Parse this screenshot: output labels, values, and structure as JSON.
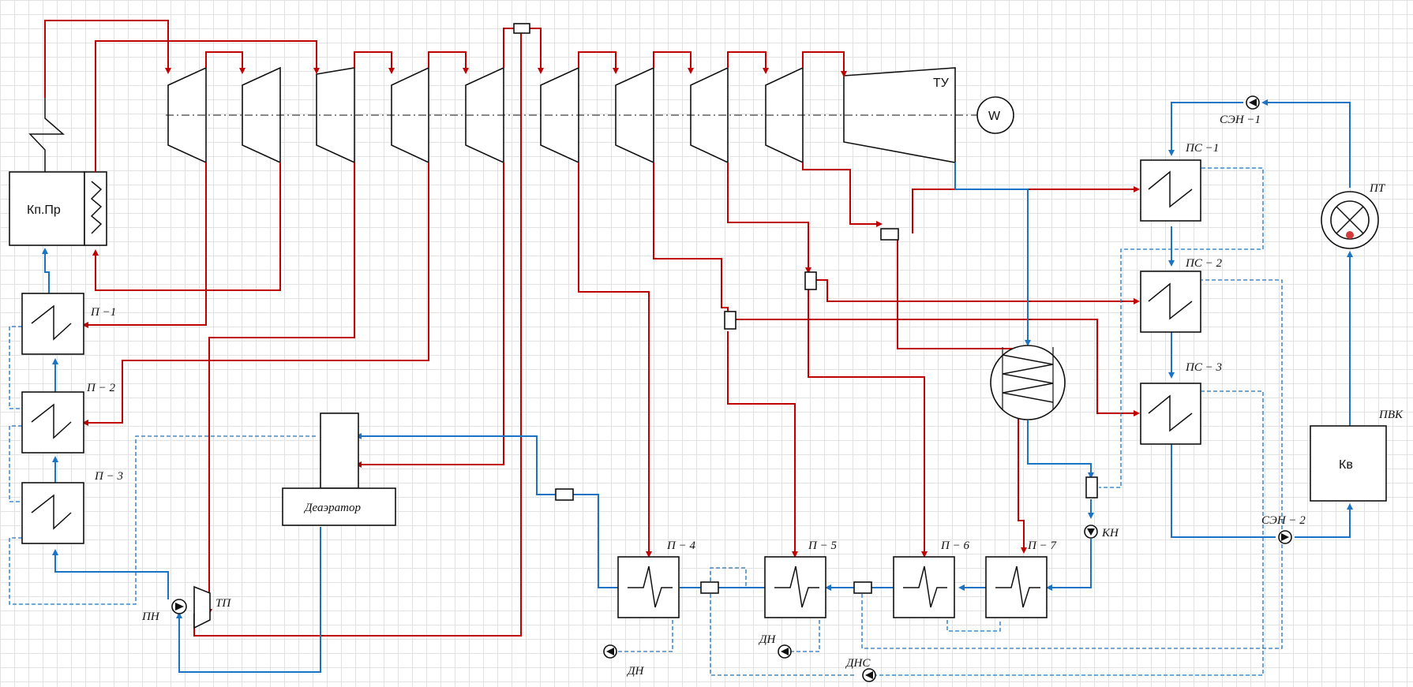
{
  "diagram": {
    "labels": {
      "boiler": "Кп.Пр",
      "deaerator": "Деаэратор",
      "turbine_unit": "ТУ",
      "generator": "W",
      "p1": "П −1",
      "p2": "П − 2",
      "p3": "П − 3",
      "p4": "П − 4",
      "p5": "П − 5",
      "p6": "П − 6",
      "p7": "П − 7",
      "ps1": "ПС −1",
      "ps2": "ПС − 2",
      "ps3": "ПС − 3",
      "sen1": "СЭН −1",
      "sen2": "СЭН − 2",
      "pt": "ПТ",
      "pvk": "ПВК",
      "kv": "Кв",
      "kn": "КН",
      "pn": "ПН",
      "tp": "ТП",
      "dn1": "ДН",
      "dn2": "ДН",
      "dns": "ДНС"
    },
    "colors": {
      "steam": "#c00000",
      "water": "#1a73c4",
      "drain": "#1a73c4",
      "outline": "#111111",
      "grid": "#e2e2e2"
    },
    "icons": [
      "pump-icon",
      "condenser-icon",
      "heat-consumer-icon",
      "generator-icon",
      "mixer-icon"
    ]
  }
}
